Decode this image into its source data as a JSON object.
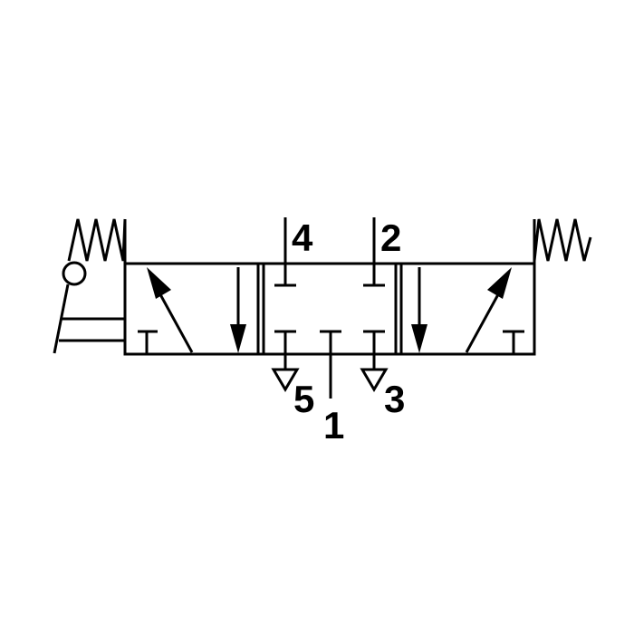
{
  "diagram": {
    "type": "pneumatic-valve-symbol",
    "ports": {
      "port_4": "4",
      "port_2": "2",
      "port_5": "5",
      "port_1": "1",
      "port_3": "3"
    },
    "colors": {
      "line": "#000000",
      "background": "#ffffff"
    }
  }
}
